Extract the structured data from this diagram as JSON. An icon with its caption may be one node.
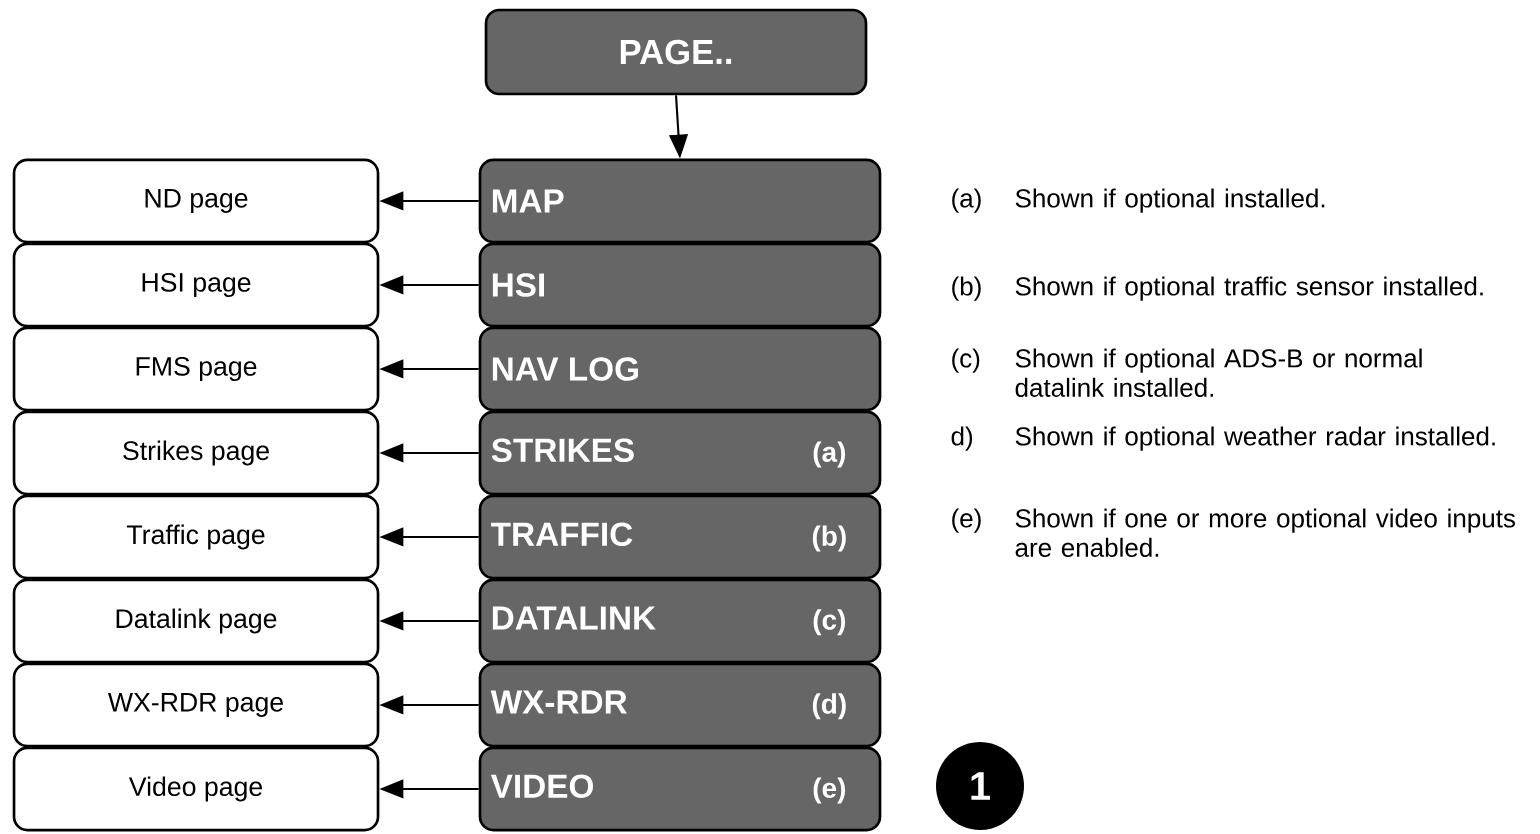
{
  "diagram": {
    "nodes": [
      {
        "text": [
          "PAGE.."
        ]
      },
      {
        "text": [
          "MAP"
        ]
      },
      {
        "text": [
          "HSI"
        ]
      },
      {
        "text": [
          "NAV LOG"
        ]
      },
      {
        "text": [
          "STRIKES",
          "(a)"
        ]
      },
      {
        "text": [
          "TRAFFIC",
          "(b)"
        ]
      },
      {
        "text": [
          "DATALINK",
          "(c)"
        ]
      },
      {
        "text": [
          "WX-RDR",
          "(d)"
        ]
      },
      {
        "text": [
          "VIDEO",
          "(e)"
        ]
      },
      {
        "text": [
          "ND page"
        ]
      },
      {
        "text": [
          "HSI page"
        ]
      },
      {
        "text": [
          "FMS page"
        ]
      },
      {
        "text": [
          "Strikes page"
        ]
      },
      {
        "text": [
          "Traffic page"
        ]
      },
      {
        "text": [
          "Datalink page"
        ]
      },
      {
        "text": [
          "WX-RDR page"
        ]
      },
      {
        "text": [
          "Video page"
        ]
      },
      {
        "text": [
          "1"
        ]
      }
    ],
    "edges": [
      {
        "from": 0,
        "to": 1,
        "arrow": "to"
      },
      {
        "from": 1,
        "to": 9,
        "arrow": "to"
      },
      {
        "from": 2,
        "to": 10,
        "arrow": "to"
      },
      {
        "from": 3,
        "to": 11,
        "arrow": "to"
      },
      {
        "from": 4,
        "to": 12,
        "arrow": "to"
      },
      {
        "from": 5,
        "to": 13,
        "arrow": "to"
      },
      {
        "from": 6,
        "to": 14,
        "arrow": "to"
      },
      {
        "from": 7,
        "to": 15,
        "arrow": "to"
      },
      {
        "from": 8,
        "to": 16,
        "arrow": "to"
      }
    ],
    "labels": [
      "(a)",
      "Shown if optional installed.",
      "(b)",
      "Shown if optional traffic sensor installed.",
      "(c)",
      "Shown if optional ADS-B or normal datalink installed.",
      "d)",
      "Shown if optional weather radar installed.",
      "(e)",
      "Shown if one or more optional video inputs are enabled."
    ]
  }
}
